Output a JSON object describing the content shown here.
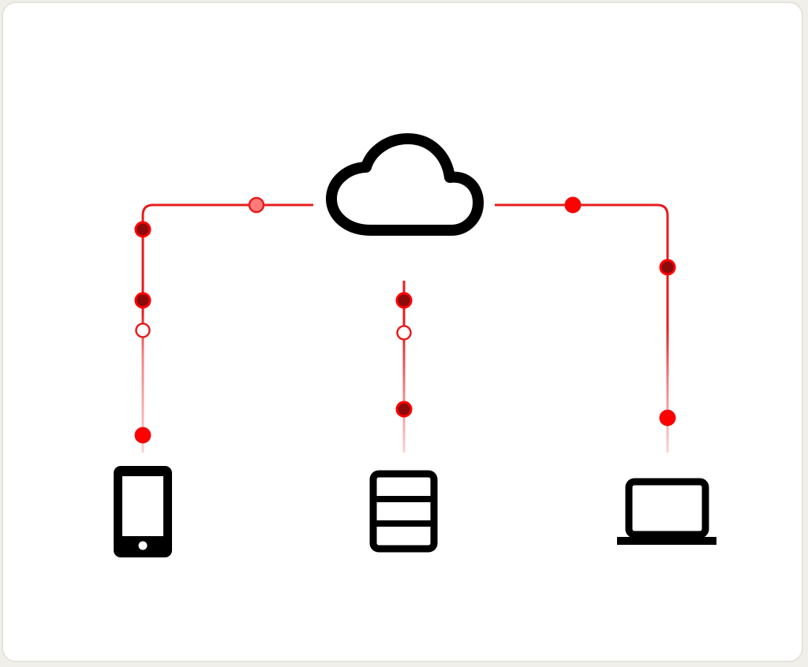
{
  "colors": {
    "line": "#e41e1e",
    "node_fill": "#ff0000",
    "node_dark": "#8b0a0a",
    "node_light": "#ff7a7a",
    "icon": "#000000",
    "background": "#ffffff"
  },
  "nodes": [
    {
      "name": "cloud-icon",
      "icon": "cloud-icon"
    },
    {
      "name": "phone-icon",
      "icon": "smartphone-icon"
    },
    {
      "name": "server-icon",
      "icon": "server-stack-icon"
    },
    {
      "name": "laptop-icon",
      "icon": "laptop-icon"
    }
  ],
  "connections": [
    {
      "from": "cloud-icon",
      "to": "phone-icon",
      "markers": [
        "light",
        "dark",
        "dark",
        "hollow",
        "solid"
      ]
    },
    {
      "from": "cloud-icon",
      "to": "server-icon",
      "markers": [
        "dark",
        "hollow",
        "dark"
      ]
    },
    {
      "from": "cloud-icon",
      "to": "laptop-icon",
      "markers": [
        "solid",
        "dark",
        "solid"
      ]
    }
  ]
}
